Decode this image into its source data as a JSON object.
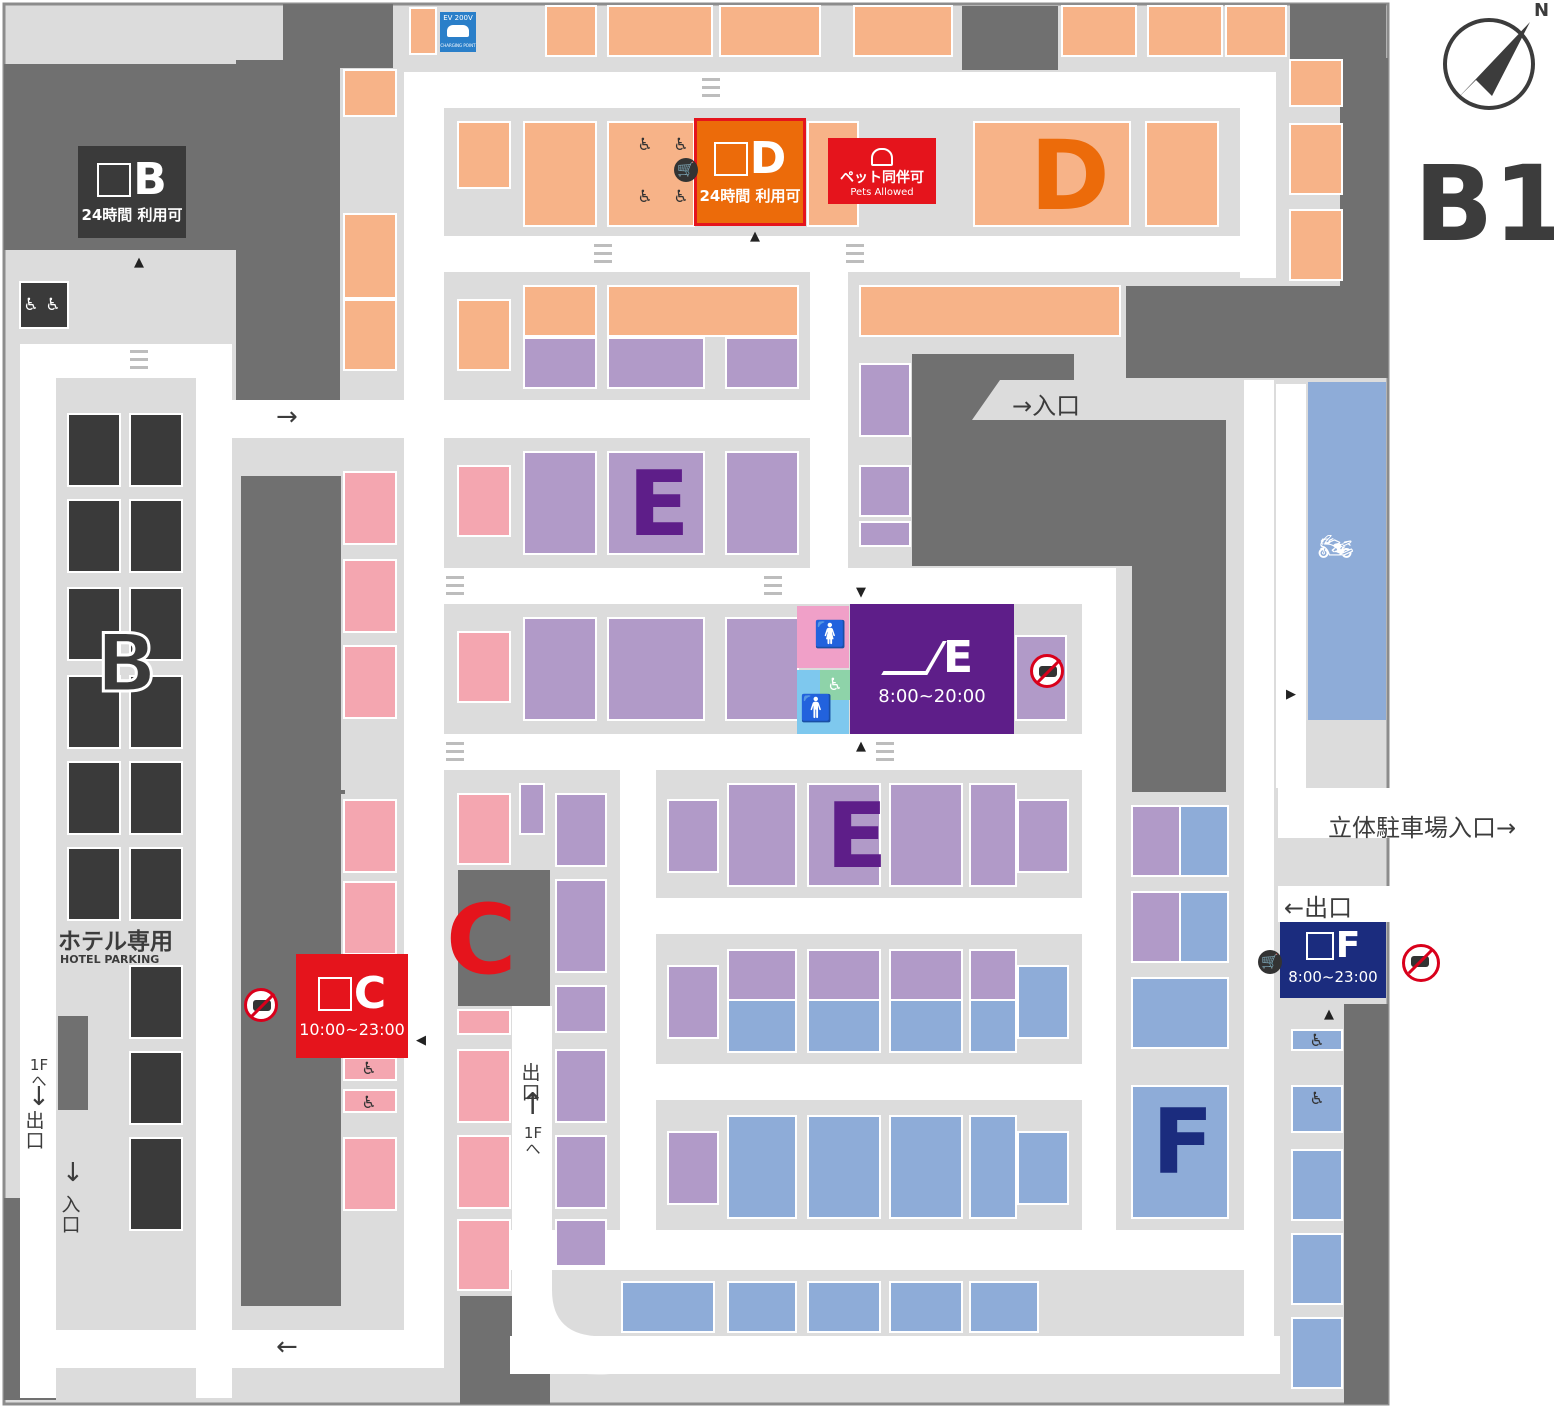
{
  "floor": {
    "label": "B1",
    "north_label": "N"
  },
  "zones": {
    "B": "B",
    "C": "C",
    "D": "D",
    "E": "E",
    "F": "F",
    "hotel_ja": "ホテル専用",
    "hotel_en": "HOTEL PARKING"
  },
  "elevators": {
    "B": {
      "letter": "B",
      "hours": "24時間 利用可"
    },
    "C": {
      "letter": "C",
      "hours": "10:00~23:00"
    },
    "D": {
      "letter": "D",
      "hours": "24時間 利用可"
    },
    "E": {
      "letter": "E",
      "hours": "8:00~20:00"
    },
    "F": {
      "letter": "F",
      "hours": "8:00~23:00"
    }
  },
  "pets": {
    "ja": "ペット同伴可",
    "en": "Pets Allowed"
  },
  "ev": {
    "line1": "EV 200V",
    "line2": "CHARGING POINT"
  },
  "labels": {
    "entrance": "→入口",
    "garage_entrance": "立体駐車場入口→",
    "exit": "←出口",
    "to_1f": "1Fへ",
    "exit_v": "出口",
    "enter_v": "入口"
  },
  "colors": {
    "D": "#f7b388",
    "D_dark": "#ec6b0a",
    "E": "#b19ac8",
    "E_dark": "#5e1e89",
    "F": "#8eacd8",
    "F_dark": "#1b2c7e",
    "C": "#f4a6b0",
    "C_dark": "#e5141c",
    "B": "#3a3a3a",
    "road": "#ffffff",
    "lot": "#dcdcdc",
    "wall": "#6e6e6e"
  }
}
